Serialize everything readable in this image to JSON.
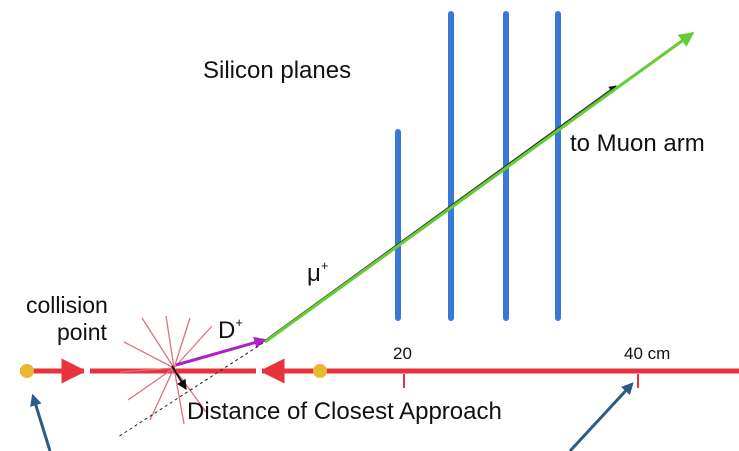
{
  "labels": {
    "silicon_planes": "Silicon planes",
    "to_muon_arm": "to Muon arm",
    "muon": "μ",
    "muon_charge": "+",
    "d_meson": "D",
    "d_charge": "+",
    "collision": "collision",
    "point": "point",
    "tick_20": "20",
    "tick_40": "40 cm",
    "dca": "Distance of Closest Approach"
  },
  "colors": {
    "beam": "#e8323c",
    "silicon": "#3a78d8",
    "muon_track": "#66cc33",
    "d_track": "#b020c8",
    "collision_lines": "#e07080",
    "beam_dot": "#e8b830",
    "callout_arrow": "#2e5a86",
    "text": "#111111"
  }
}
